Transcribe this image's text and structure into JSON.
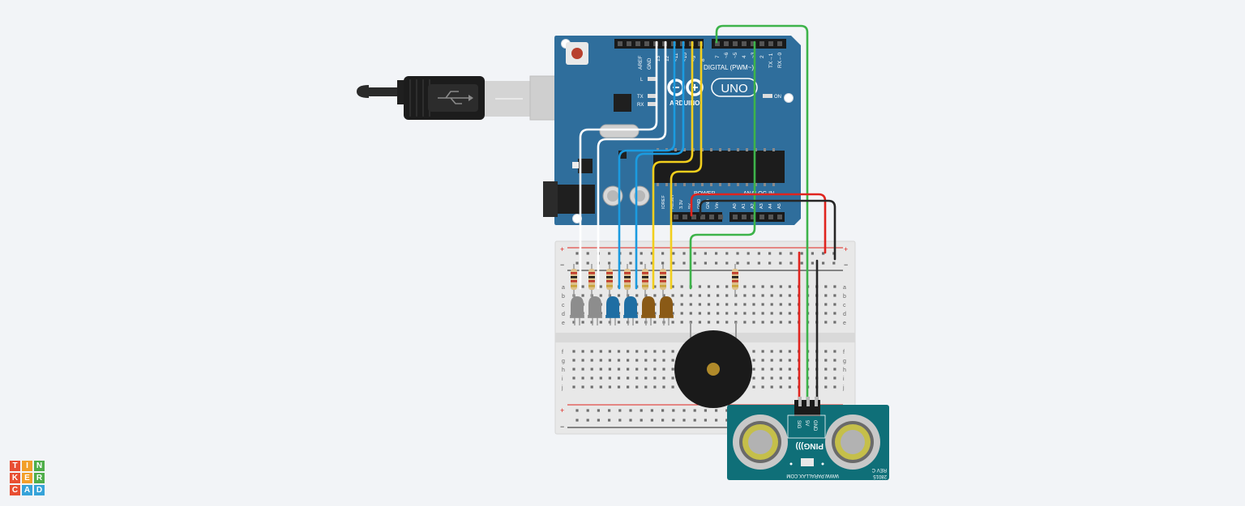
{
  "app": {
    "logo_letters": [
      "T",
      "I",
      "N",
      "K",
      "E",
      "R",
      "C",
      "A",
      "D"
    ],
    "logo_colors": [
      "#e84e32",
      "#f29f2a",
      "#4fae4a",
      "#e84e32",
      "#f29f2a",
      "#4fae4a",
      "#e84e32",
      "#36a3d9",
      "#36a3d9"
    ]
  },
  "arduino": {
    "brand": "ARDUINO",
    "model": "UNO",
    "on_label": "ON",
    "digital_label": "DIGITAL (PWM~)",
    "power_label": "POWER",
    "analog_label": "ANALOG IN",
    "aref": "AREF",
    "gnd": "GND",
    "pin13": "13",
    "pin12": "12",
    "pin11": "~11",
    "pin10": "~10",
    "pin9": "~9",
    "pin8": "8",
    "pin7": "7",
    "pin6": "~6",
    "pin5": "~5",
    "pin4": "4",
    "pin3": "~3",
    "pin2": "2",
    "tx1": "TX→1",
    "rx0": "RX←0",
    "led_l": "L",
    "led_tx": "TX",
    "led_rx": "RX",
    "ioref": "IOREF",
    "reset": "RESET",
    "v33": "3.3V",
    "v5": "5V",
    "gnd1": "GND",
    "gnd2": "GND",
    "vin": "Vin",
    "a0": "A0",
    "a1": "A1",
    "a2": "A2",
    "a3": "A3",
    "a4": "A4",
    "a5": "A5"
  },
  "breadboard": {
    "plus": "+",
    "minus": "−",
    "rows_top": [
      "a",
      "b",
      "c",
      "d",
      "e"
    ],
    "rows_bottom": [
      "f",
      "g",
      "h",
      "i",
      "j"
    ]
  },
  "sensor": {
    "name": "PING)))",
    "pin_sig": "SIG",
    "pin_5v": "5V",
    "pin_gnd": "GND",
    "url": "WWW.PARALLAX.COM",
    "model": "28015",
    "rev": "REV C"
  },
  "colors": {
    "board_blue": "#2f6e9c",
    "wire_white": "#ffffff",
    "wire_blue": "#1b9be0",
    "wire_yellow": "#f2cf1d",
    "wire_green": "#3db34a",
    "wire_red": "#e0241e",
    "wire_black": "#262626",
    "led_gray": "#8d8d8d",
    "led_blue": "#1f6ea3",
    "led_amber": "#8a5a16",
    "sensor_teal": "#0f6f78"
  }
}
